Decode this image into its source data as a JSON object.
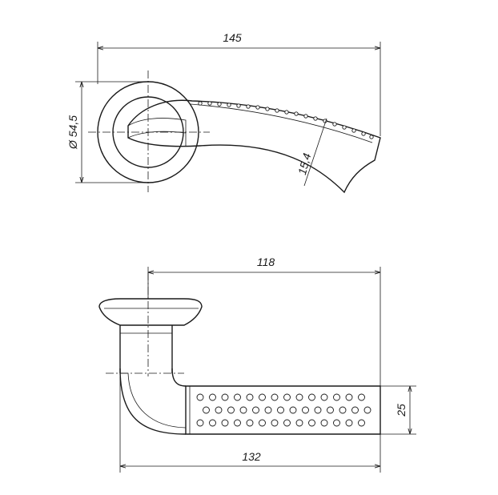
{
  "dimensions": {
    "top_width": "145",
    "rosette_diameter": "Ø 54,5",
    "handle_thickness": "15,4",
    "handle_projection": "118",
    "overall_length": "132",
    "grip_height": "25"
  }
}
